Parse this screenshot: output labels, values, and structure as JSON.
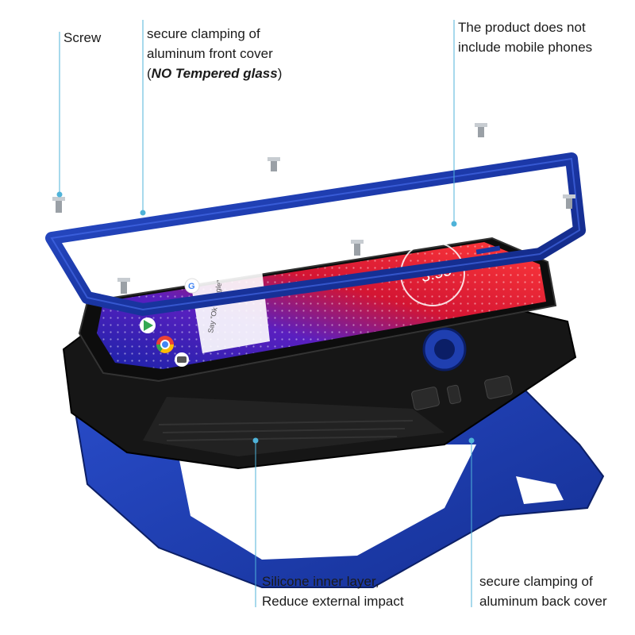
{
  "callouts": {
    "screw": "Screw",
    "front_cover_line1": "secure clamping of",
    "front_cover_line2": "aluminum front cover",
    "front_cover_paren_open": "(",
    "front_cover_no_glass": "NO Tempered glass",
    "front_cover_paren_close": ")",
    "no_phone_line1": "The product does not",
    "no_phone_line2": "include mobile phones",
    "silicone_line1": "Silicone inner layer,",
    "silicone_line2": "Reduce external impact",
    "back_cover_line1": "secure clamping of",
    "back_cover_line2": "aluminum back cover"
  },
  "phone_screen": {
    "time": "3:55",
    "search_hint": "Say \"Ok Google\""
  },
  "colors": {
    "leader_line": "#4fb3d9",
    "aluminum_blue": "#1f3fb0",
    "silicone_black": "#161616",
    "screen_red": "#e0142a",
    "screen_purple": "#3a1bb0"
  },
  "icons": [
    "screw-icon",
    "google-icon",
    "play-store-icon",
    "chrome-icon",
    "camera-app-icon",
    "power-button-icon"
  ]
}
